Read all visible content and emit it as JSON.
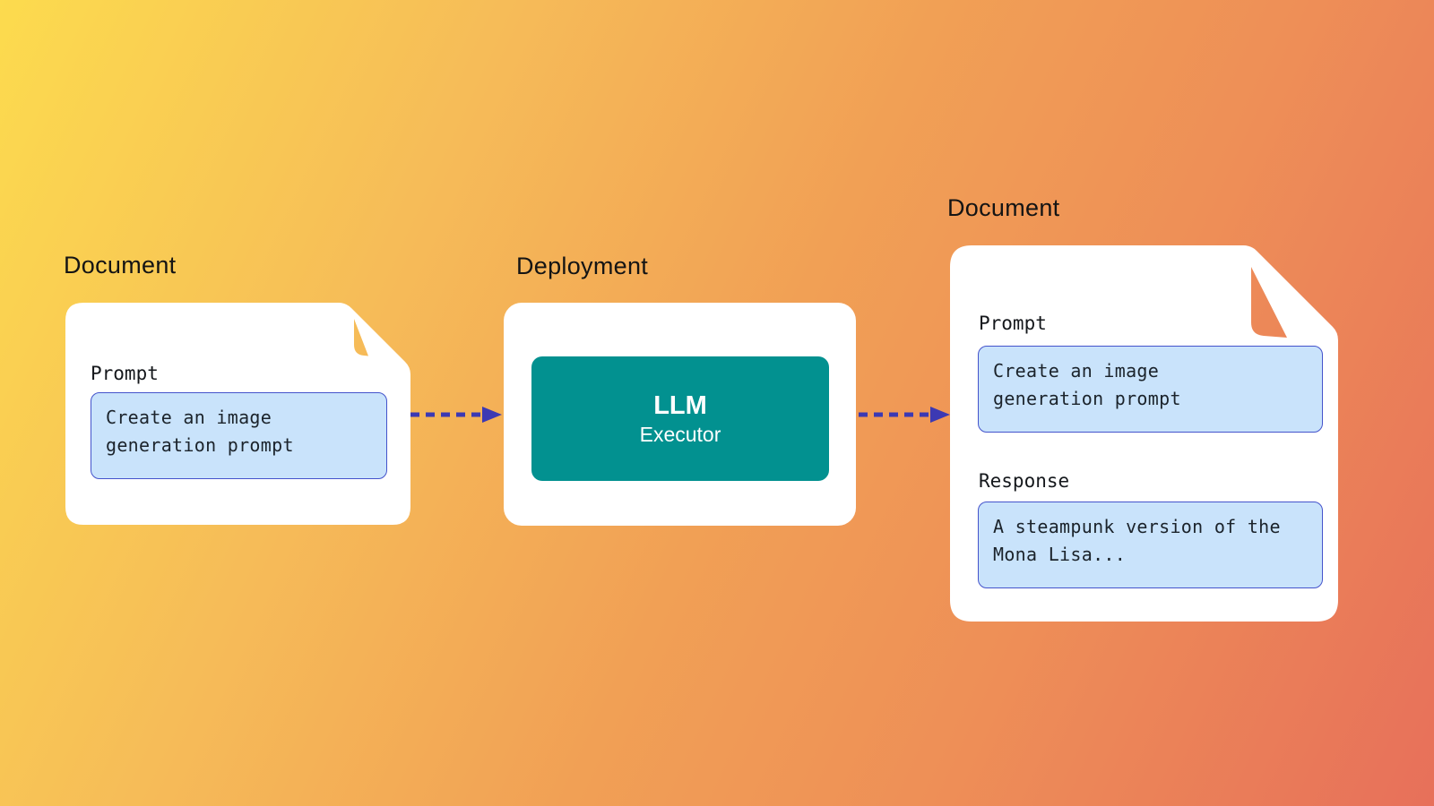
{
  "background": {
    "gradient_start": "#fcdb4e",
    "gradient_mid": "#f1a055",
    "gradient_end": "#e7705a"
  },
  "colors": {
    "card_white": "#ffffff",
    "executor_teal": "#029190",
    "chip_fill": "#c9e3fb",
    "chip_border": "#4453cb",
    "arrow_indigo": "#3c39b3",
    "title_text": "#141414",
    "mono_text": "#1b232b"
  },
  "nodes": {
    "input_document": {
      "title": "Document",
      "fields": [
        {
          "label": "Prompt",
          "value": "Create an image\ngeneration prompt"
        }
      ]
    },
    "deployment": {
      "title": "Deployment",
      "block": {
        "name": "LLM",
        "subtitle": "Executor"
      }
    },
    "output_document": {
      "title": "Document",
      "fields": [
        {
          "label": "Prompt",
          "value": "Create an image\ngeneration prompt"
        },
        {
          "label": "Response",
          "value": "A steampunk version of the\nMona Lisa..."
        }
      ]
    }
  },
  "connectors": [
    {
      "from": "input_document",
      "to": "deployment",
      "style": "dashed-arrow"
    },
    {
      "from": "deployment",
      "to": "output_document",
      "style": "dashed-arrow"
    }
  ]
}
